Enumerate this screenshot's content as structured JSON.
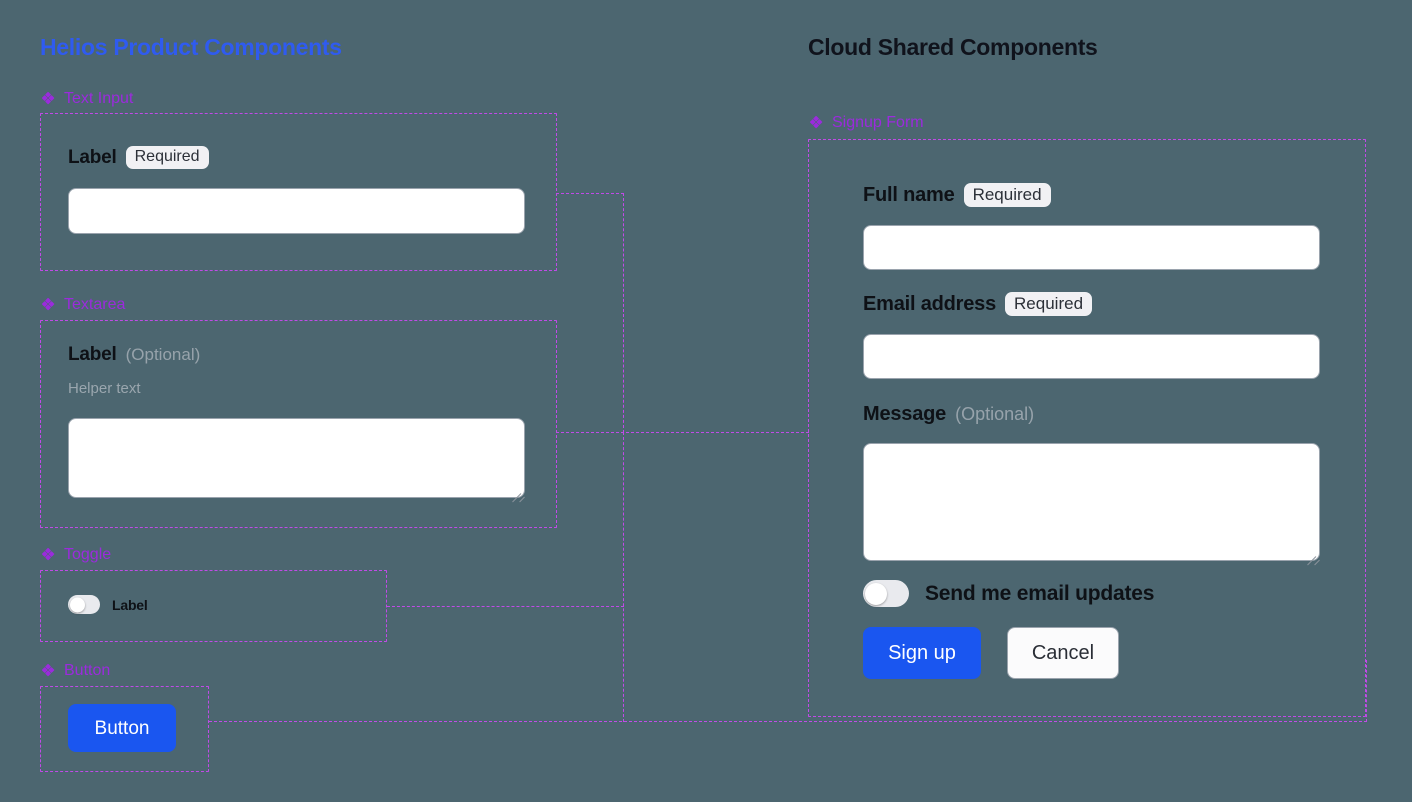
{
  "theme": {
    "background": "#4c6670",
    "accent_blue": "#2f5bf0",
    "accent_purple": "#9b2bdd",
    "dashed_purple": "#c14ae8",
    "input_bg": "#ffffff",
    "badge_bg": "#f1f1f4",
    "muted_text": "#97a3ab",
    "primary_button": "#1a56f0"
  },
  "left_column": {
    "title": "Helios Product Components",
    "sections": [
      {
        "icon": "diamond-icon",
        "caption": "Text Input",
        "label": "Label",
        "badge": "Required"
      },
      {
        "icon": "diamond-icon",
        "caption": "Textarea",
        "label": "Label",
        "optional": "(Optional)",
        "helper": "Helper text"
      },
      {
        "icon": "diamond-icon",
        "caption": "Toggle",
        "label": "Label",
        "state": "off"
      },
      {
        "icon": "diamond-icon",
        "caption": "Button",
        "button_label": "Button"
      }
    ]
  },
  "right_column": {
    "title": "Cloud Shared Components",
    "section": {
      "icon": "diamond-icon",
      "caption": "Signup Form"
    },
    "form": {
      "fields": [
        {
          "label": "Full name",
          "badge": "Required",
          "type": "text"
        },
        {
          "label": "Email address",
          "badge": "Required",
          "type": "text"
        },
        {
          "label": "Message",
          "optional": "(Optional)",
          "type": "textarea"
        }
      ],
      "toggle": {
        "label": "Send me email updates",
        "state": "off"
      },
      "actions": {
        "primary": "Sign up",
        "secondary": "Cancel"
      }
    }
  }
}
